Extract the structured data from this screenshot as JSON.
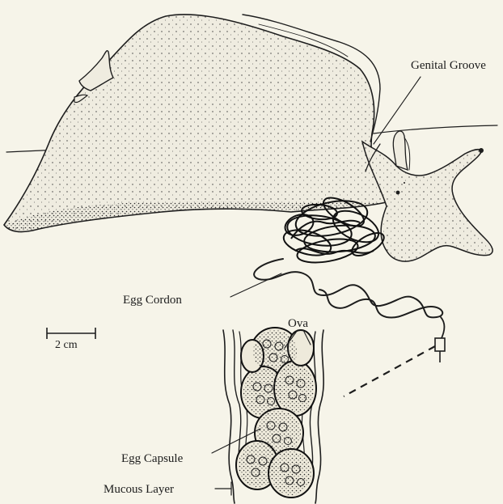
{
  "labels": {
    "genital_groove": "Genital Groove",
    "egg_cordon": "Egg Cordon",
    "ova": "Ova",
    "egg_capsule": "Egg Capsule",
    "mucous_layer": "Mucous Layer",
    "scale_bar": "2 cm"
  },
  "colors": {
    "background": "#f6f4e9",
    "ink": "#1d1d1d",
    "body_fill": "#ebe8da"
  }
}
